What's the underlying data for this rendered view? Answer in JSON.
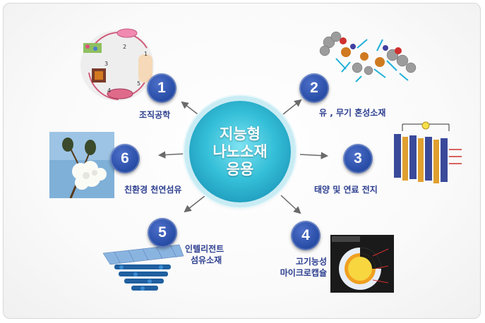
{
  "center": {
    "lines": [
      "지능형",
      "나노소재",
      "응용"
    ]
  },
  "items": [
    {
      "number": "1",
      "label": [
        "조직공학"
      ]
    },
    {
      "number": "2",
      "label": [
        "유 , 무기 혼성소재"
      ]
    },
    {
      "number": "3",
      "label": [
        "태양 및 연료 전지"
      ]
    },
    {
      "number": "4",
      "label": [
        "고기능성",
        "마이크로캡슐"
      ]
    },
    {
      "number": "5",
      "label": [
        "인텔리전트",
        "섬유소재"
      ]
    },
    {
      "number": "6",
      "label": [
        "친환경 천연섬유"
      ]
    }
  ],
  "colors": {
    "badge": "#2a4fa8",
    "center": "#35bfd8",
    "label": "#2d3f8f",
    "arrow": "#666666"
  }
}
